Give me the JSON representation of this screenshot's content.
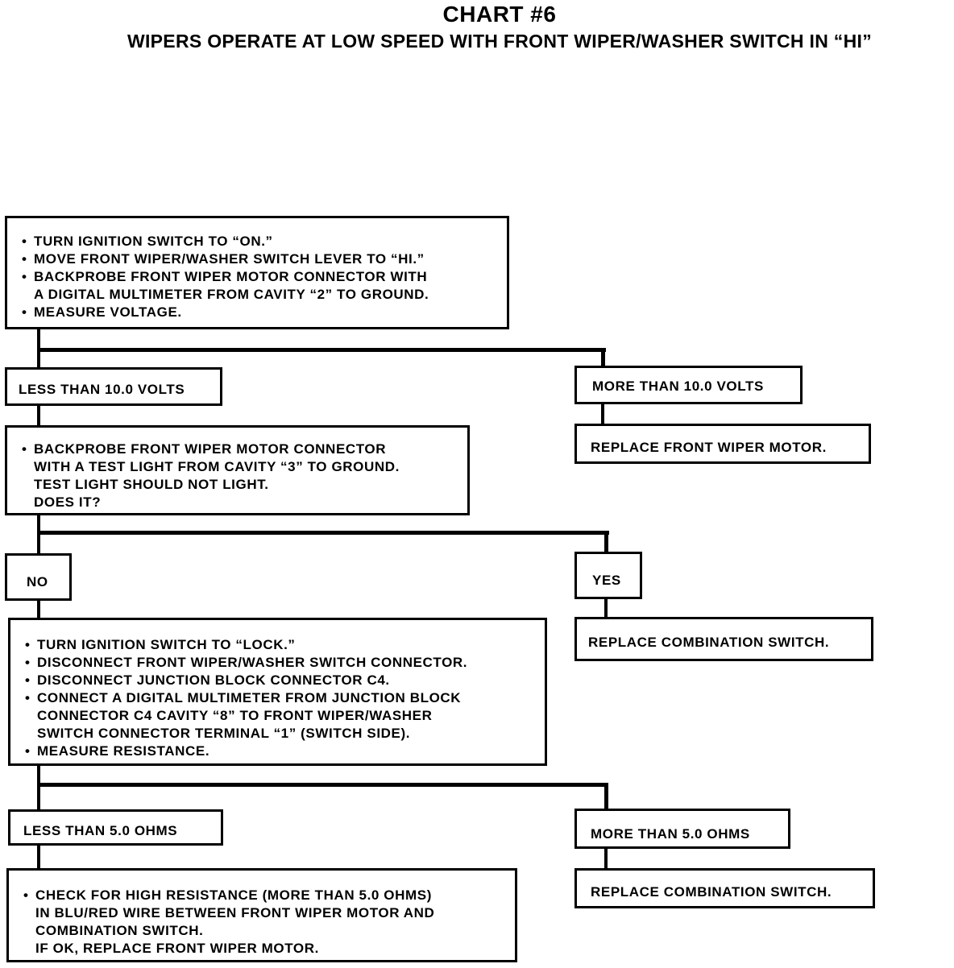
{
  "header": {
    "title": "CHART #6",
    "subtitle": "WIPERS OPERATE AT LOW SPEED WITH FRONT WIPER/WASHER SWITCH IN “HI”"
  },
  "step1": {
    "lines": [
      {
        "bullet": true,
        "text": "TURN IGNITION SWITCH TO “ON.”"
      },
      {
        "bullet": true,
        "text": "MOVE FRONT WIPER/WASHER SWITCH LEVER TO “HI.”"
      },
      {
        "bullet": true,
        "text": "BACKPROBE FRONT WIPER MOTOR CONNECTOR WITH"
      },
      {
        "bullet": false,
        "text": "A DIGITAL MULTIMETER FROM CAVITY “2” TO GROUND."
      },
      {
        "bullet": true,
        "text": "MEASURE VOLTAGE."
      }
    ],
    "left_label": "LESS THAN 10.0 VOLTS",
    "right_label": "MORE THAN 10.0 VOLTS",
    "right_action": "REPLACE FRONT WIPER MOTOR."
  },
  "step2": {
    "lines": [
      {
        "bullet": true,
        "text": "BACKPROBE FRONT WIPER MOTOR CONNECTOR"
      },
      {
        "bullet": false,
        "text": "WITH A TEST LIGHT FROM CAVITY “3” TO GROUND."
      },
      {
        "bullet": false,
        "text": "TEST LIGHT SHOULD NOT LIGHT."
      },
      {
        "bullet": false,
        "text": "DOES IT?"
      }
    ],
    "left_label": "NO",
    "right_label": "YES",
    "right_action": "REPLACE COMBINATION SWITCH."
  },
  "step3": {
    "lines": [
      {
        "bullet": true,
        "text": "TURN IGNITION SWITCH TO “LOCK.”"
      },
      {
        "bullet": true,
        "text": "DISCONNECT FRONT WIPER/WASHER SWITCH CONNECTOR."
      },
      {
        "bullet": true,
        "text": "DISCONNECT JUNCTION BLOCK CONNECTOR C4."
      },
      {
        "bullet": true,
        "text": "CONNECT A DIGITAL MULTIMETER FROM JUNCTION BLOCK"
      },
      {
        "bullet": false,
        "text": "CONNECTOR C4 CAVITY “8” TO FRONT WIPER/WASHER"
      },
      {
        "bullet": false,
        "text": "SWITCH CONNECTOR TERMINAL “1” (SWITCH SIDE)."
      },
      {
        "bullet": true,
        "text": "MEASURE RESISTANCE."
      }
    ],
    "left_label": "LESS THAN 5.0 OHMS",
    "right_label": "MORE THAN 5.0 OHMS",
    "right_action": "REPLACE COMBINATION SWITCH."
  },
  "step4": {
    "lines": [
      {
        "bullet": true,
        "text": "CHECK FOR HIGH RESISTANCE (MORE THAN 5.0 OHMS)"
      },
      {
        "bullet": false,
        "text": "IN BLU/RED WIRE BETWEEN FRONT WIPER MOTOR AND"
      },
      {
        "bullet": false,
        "text": "COMBINATION SWITCH."
      },
      {
        "bullet": false,
        "text": "IF OK, REPLACE FRONT WIPER MOTOR."
      }
    ]
  }
}
